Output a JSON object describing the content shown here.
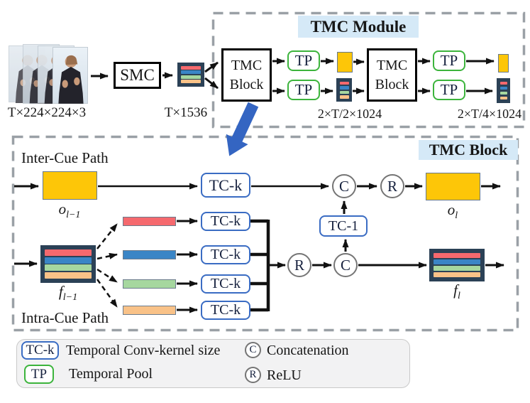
{
  "pipeline": {
    "input_dims": "T×224×224×3",
    "smc_label": "SMC",
    "feature_dims": "T×1536",
    "module_title": "TMC Module",
    "tmc_block_line1": "TMC",
    "tmc_block_line2": "Block",
    "tp_label": "TP",
    "stage1_dims": "2×T/2×1024",
    "stage2_dims": "2×T/4×1024"
  },
  "block": {
    "title": "TMC Block",
    "inter_cue_label": "Inter-Cue Path",
    "intra_cue_label": "Intra-Cue Path",
    "tck_label": "TC-k",
    "tc1_label": "TC-1",
    "concat_symbol": "C",
    "relu_symbol": "R",
    "o_prev_base": "o",
    "o_prev_sub": "l−1",
    "o_out_base": "o",
    "o_out_sub": "l",
    "f_prev_base": "f",
    "f_prev_sub": "l−1",
    "f_out_base": "f",
    "f_out_sub": "l"
  },
  "legend": {
    "tck_symbol": "TC-k",
    "tck_desc": "Temporal Conv-kernel size",
    "tp_symbol": "TP",
    "tp_desc": "Temporal Pool",
    "concat_symbol": "C",
    "concat_desc": "Concatenation",
    "relu_symbol": "R",
    "relu_desc": "ReLU"
  },
  "colors": {
    "cue_red": "#f5696e",
    "cue_blue": "#3a85c6",
    "cue_green": "#a6d79f",
    "cue_orange": "#f9c288",
    "stack_navy": "#2b4156",
    "inter_yellow": "#fdc608",
    "tc_border_blue": "#3a6cc3",
    "tp_border_green": "#3cb43c",
    "title_highlight_blue": "#d5e9f7",
    "flow_arrow_blue": "#3465c2",
    "dashed_border_gray": "#9aa0a6"
  }
}
